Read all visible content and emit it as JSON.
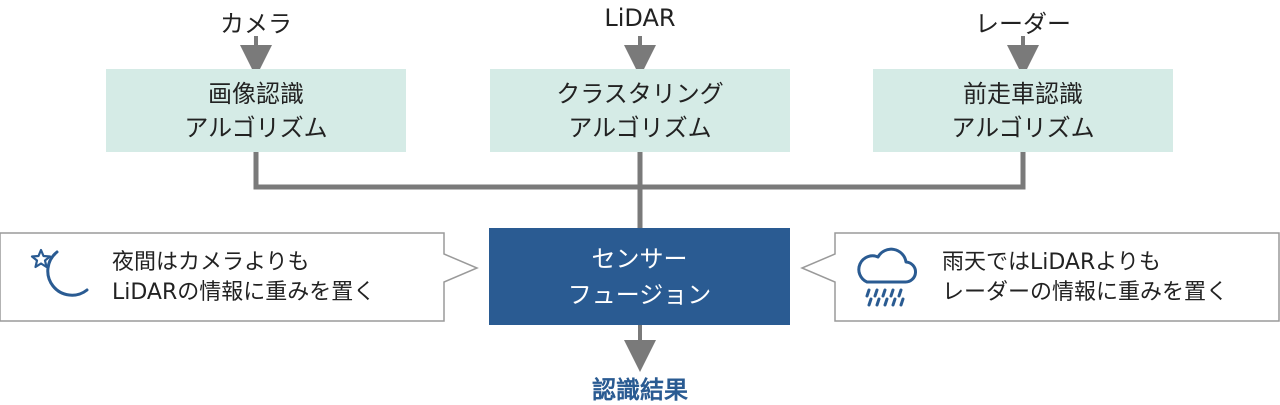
{
  "sensors": [
    {
      "label": "カメラ"
    },
    {
      "label": "LiDAR"
    },
    {
      "label": "レーダー"
    }
  ],
  "algorithms": [
    {
      "line1": "画像認識",
      "line2": "アルゴリズム"
    },
    {
      "line1": "クラスタリング",
      "line2": "アルゴリズム"
    },
    {
      "line1": "前走車認識",
      "line2": "アルゴリズム"
    }
  ],
  "fusion": {
    "line1": "センサー",
    "line2": "フュージョン"
  },
  "result": {
    "label": "認識結果"
  },
  "notes": {
    "night": {
      "line1": "夜間はカメラよりも",
      "line2": "LiDARの情報に重みを置く",
      "icon": "moon-star-icon"
    },
    "rain": {
      "line1": "雨天ではLiDARよりも",
      "line2": "レーダーの情報に重みを置く",
      "icon": "rain-cloud-icon"
    }
  },
  "colors": {
    "algo_fill": "#d5ebe6",
    "fusion_fill": "#2a5b92",
    "connector": "#7a7a7a",
    "icon": "#2a5b92",
    "result_text": "#2a5b92"
  }
}
